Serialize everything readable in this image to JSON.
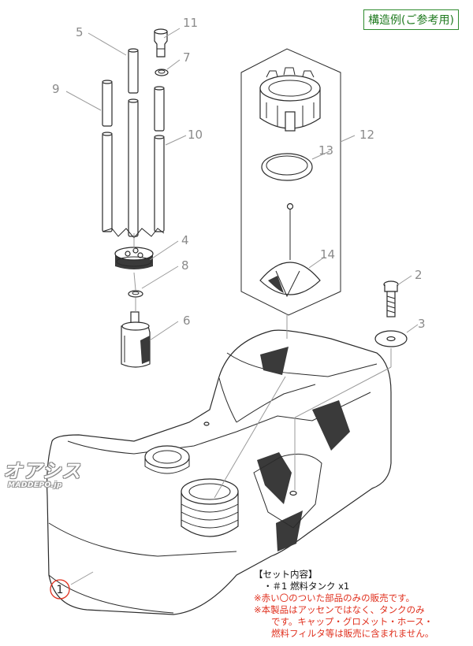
{
  "heading": "構造例(ご参考用)",
  "watermark": {
    "logo": "オアシス",
    "site": "MADDEPO.jp"
  },
  "part_labels": {
    "p1": "1",
    "p2": "2",
    "p3": "3",
    "p4": "4",
    "p5": "5",
    "p6": "6",
    "p7": "7",
    "p8": "8",
    "p9": "9",
    "p10": "10",
    "p11": "11",
    "p12": "12",
    "p13": "13",
    "p14": "14"
  },
  "highlight": {
    "part": "1",
    "color": "#e0301e"
  },
  "notes": {
    "set_title": "【セット内容】",
    "set_item": "・＃1 燃料タンク x1",
    "red_lines": [
      "※赤い〇のついた部品のみの販売です。",
      "※本製品はアッセンではなく、タンクのみ",
      "です。キャップ・グロメット・ホース・",
      "燃料フィルタ等は販売に含まれません。"
    ]
  }
}
